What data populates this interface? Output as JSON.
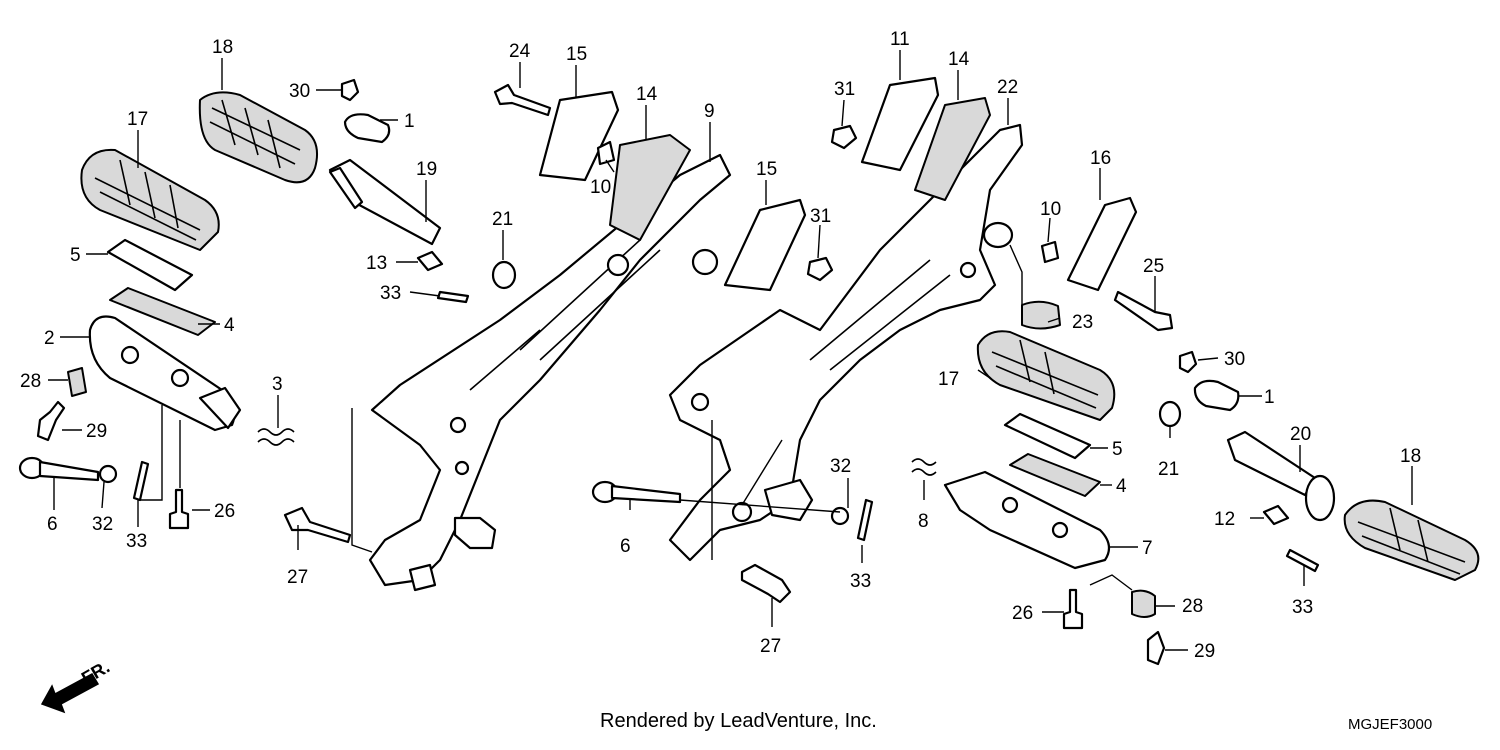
{
  "diagram": {
    "callouts": [
      {
        "id": "c18a",
        "label": "18"
      },
      {
        "id": "c17a",
        "label": "17"
      },
      {
        "id": "c5a",
        "label": "5"
      },
      {
        "id": "c2",
        "label": "2"
      },
      {
        "id": "c4a",
        "label": "4"
      },
      {
        "id": "c28a",
        "label": "28"
      },
      {
        "id": "c29a",
        "label": "29"
      },
      {
        "id": "c3",
        "label": "3"
      },
      {
        "id": "c6a",
        "label": "6"
      },
      {
        "id": "c32a",
        "label": "32"
      },
      {
        "id": "c33a",
        "label": "33"
      },
      {
        "id": "c26a",
        "label": "26"
      },
      {
        "id": "c30a",
        "label": "30"
      },
      {
        "id": "c1a",
        "label": "1"
      },
      {
        "id": "c19",
        "label": "19"
      },
      {
        "id": "c13",
        "label": "13"
      },
      {
        "id": "c33b",
        "label": "33"
      },
      {
        "id": "c27a",
        "label": "27"
      },
      {
        "id": "c24",
        "label": "24"
      },
      {
        "id": "c15a",
        "label": "15"
      },
      {
        "id": "c14a",
        "label": "14"
      },
      {
        "id": "c9",
        "label": "9"
      },
      {
        "id": "c10a",
        "label": "10"
      },
      {
        "id": "c21a",
        "label": "21"
      },
      {
        "id": "c15b",
        "label": "15"
      },
      {
        "id": "c31a",
        "label": "31"
      },
      {
        "id": "c11",
        "label": "11"
      },
      {
        "id": "c14b",
        "label": "14"
      },
      {
        "id": "c31b",
        "label": "31"
      },
      {
        "id": "c22",
        "label": "22"
      },
      {
        "id": "c16",
        "label": "16"
      },
      {
        "id": "c10b",
        "label": "10"
      },
      {
        "id": "c25",
        "label": "25"
      },
      {
        "id": "c23",
        "label": "23"
      },
      {
        "id": "c17b",
        "label": "17"
      },
      {
        "id": "c5b",
        "label": "5"
      },
      {
        "id": "c4b",
        "label": "4"
      },
      {
        "id": "c32b",
        "label": "32"
      },
      {
        "id": "c8",
        "label": "8"
      },
      {
        "id": "c7",
        "label": "7"
      },
      {
        "id": "c6b",
        "label": "6"
      },
      {
        "id": "c33c",
        "label": "33"
      },
      {
        "id": "c27b",
        "label": "27"
      },
      {
        "id": "c26b",
        "label": "26"
      },
      {
        "id": "c28b",
        "label": "28"
      },
      {
        "id": "c29b",
        "label": "29"
      },
      {
        "id": "c30b",
        "label": "30"
      },
      {
        "id": "c1b",
        "label": "1"
      },
      {
        "id": "c21b",
        "label": "21"
      },
      {
        "id": "c20",
        "label": "20"
      },
      {
        "id": "c18b",
        "label": "18"
      },
      {
        "id": "c12",
        "label": "12"
      },
      {
        "id": "c33d",
        "label": "33"
      }
    ],
    "direction_label": "FR."
  },
  "footer": {
    "credit": "Rendered by LeadVenture, Inc.",
    "diagram_code": "MGJEF3000"
  }
}
